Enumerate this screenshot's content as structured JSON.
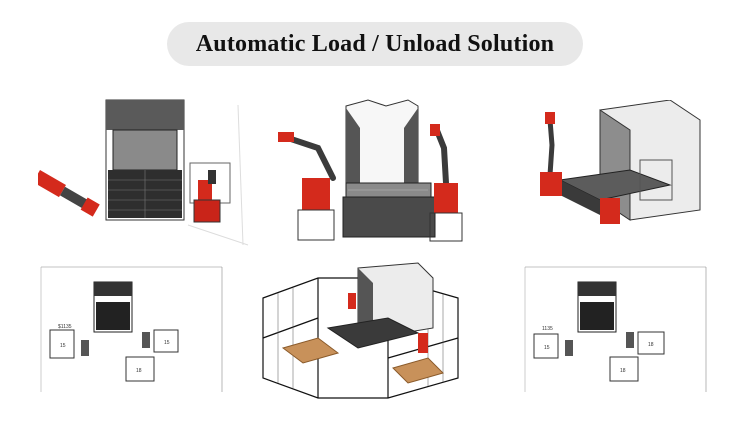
{
  "title": "Automatic Load / Unload Solution",
  "panels": [
    {
      "name": "press-brake-top-view"
    },
    {
      "name": "press-brake-front-view"
    },
    {
      "name": "press-brake-iso-view"
    },
    {
      "name": "layout-plan-left"
    },
    {
      "name": "fenced-cell-iso"
    },
    {
      "name": "layout-plan-right"
    }
  ],
  "plan_labels": {
    "station_a": "15",
    "station_b": "18",
    "station_c": "15",
    "tag": "$1135",
    "tag2": "1135"
  },
  "colors": {
    "robot_red": "#d42a1c",
    "machine_gray": "#4a4a4a",
    "line_gray": "#888888",
    "wood": "#c8915a"
  }
}
